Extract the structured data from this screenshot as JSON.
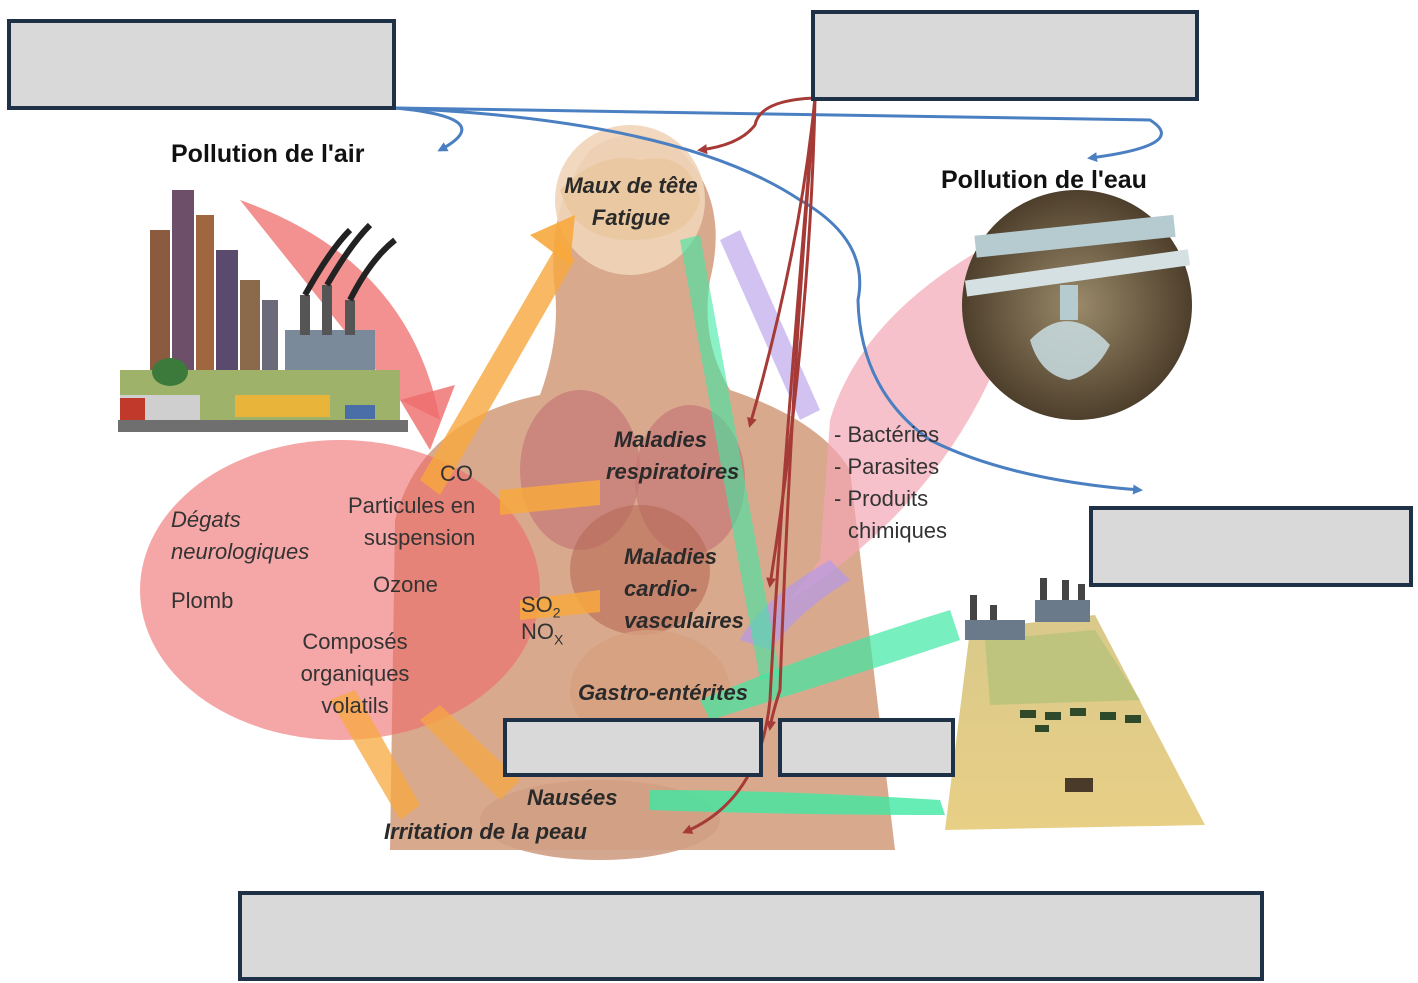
{
  "titles": {
    "air": "Pollution de l'air",
    "water": "Pollution de l'eau"
  },
  "illnesses": {
    "head_1": "Maux de tête",
    "head_2": "Fatigue",
    "resp_1": "Maladies",
    "resp_2": "respiratoires",
    "cardio_1": "Maladies",
    "cardio_2": "cardio-",
    "cardio_3": "vasculaires",
    "gastro": "Gastro-entérites",
    "nausea": "Nausées",
    "skin": "Irritation de la peau"
  },
  "air_pollutants": {
    "neuro_1": "Dégats",
    "neuro_2": "neurologiques",
    "lead": "Plomb",
    "co": "CO",
    "particles_1": "Particules en",
    "particles_2": "suspension",
    "ozone": "Ozone",
    "voc_1": "Composés",
    "voc_2": "organiques",
    "voc_3": "volatils",
    "so2_base": "SO",
    "so2_sub": "2",
    "nox_base": "NO",
    "nox_sub": "X"
  },
  "water_pollutants": {
    "bacteria": "- Bactéries",
    "parasites": "- Parasites",
    "chem_1": "- Produits",
    "chem_2": "chimiques"
  },
  "colors": {
    "box_fill": "#d9d9d9",
    "box_border": "#1f3146",
    "blue_arrow": "#4a7fc1",
    "red_arrow": "#a53a36",
    "air_red": "#ef6b6b",
    "orange": "#f7a83d",
    "green": "#3ee8a2",
    "purple": "#b49ae8",
    "pink": "#f2a6b4",
    "skin": "#d9a98e"
  }
}
